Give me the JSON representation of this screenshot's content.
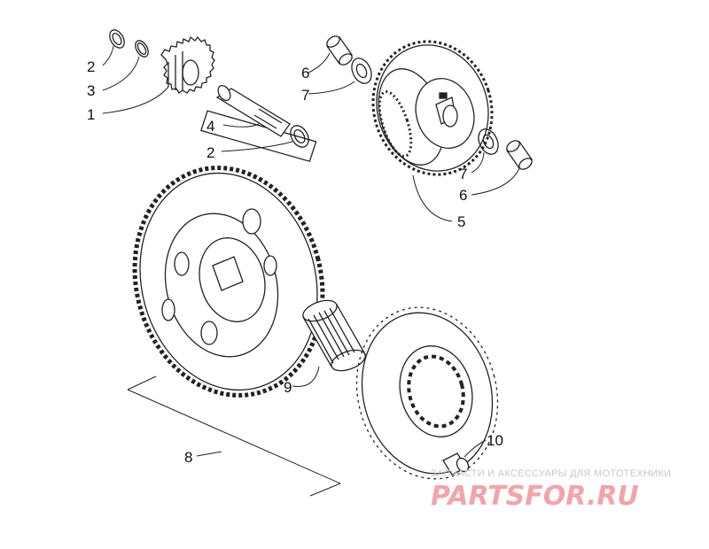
{
  "callouts": [
    "1",
    "2",
    "3",
    "4",
    "5",
    "6",
    "7",
    "8",
    "9",
    "10"
  ],
  "watermark": {
    "tagline": "ЗАПЧАСТИ И АКСЕССУАРЫ ДЛЯ МОТОТЕХНИКИ",
    "logo": "PARTSFOR.RU",
    "color": "#f2a4aa"
  }
}
